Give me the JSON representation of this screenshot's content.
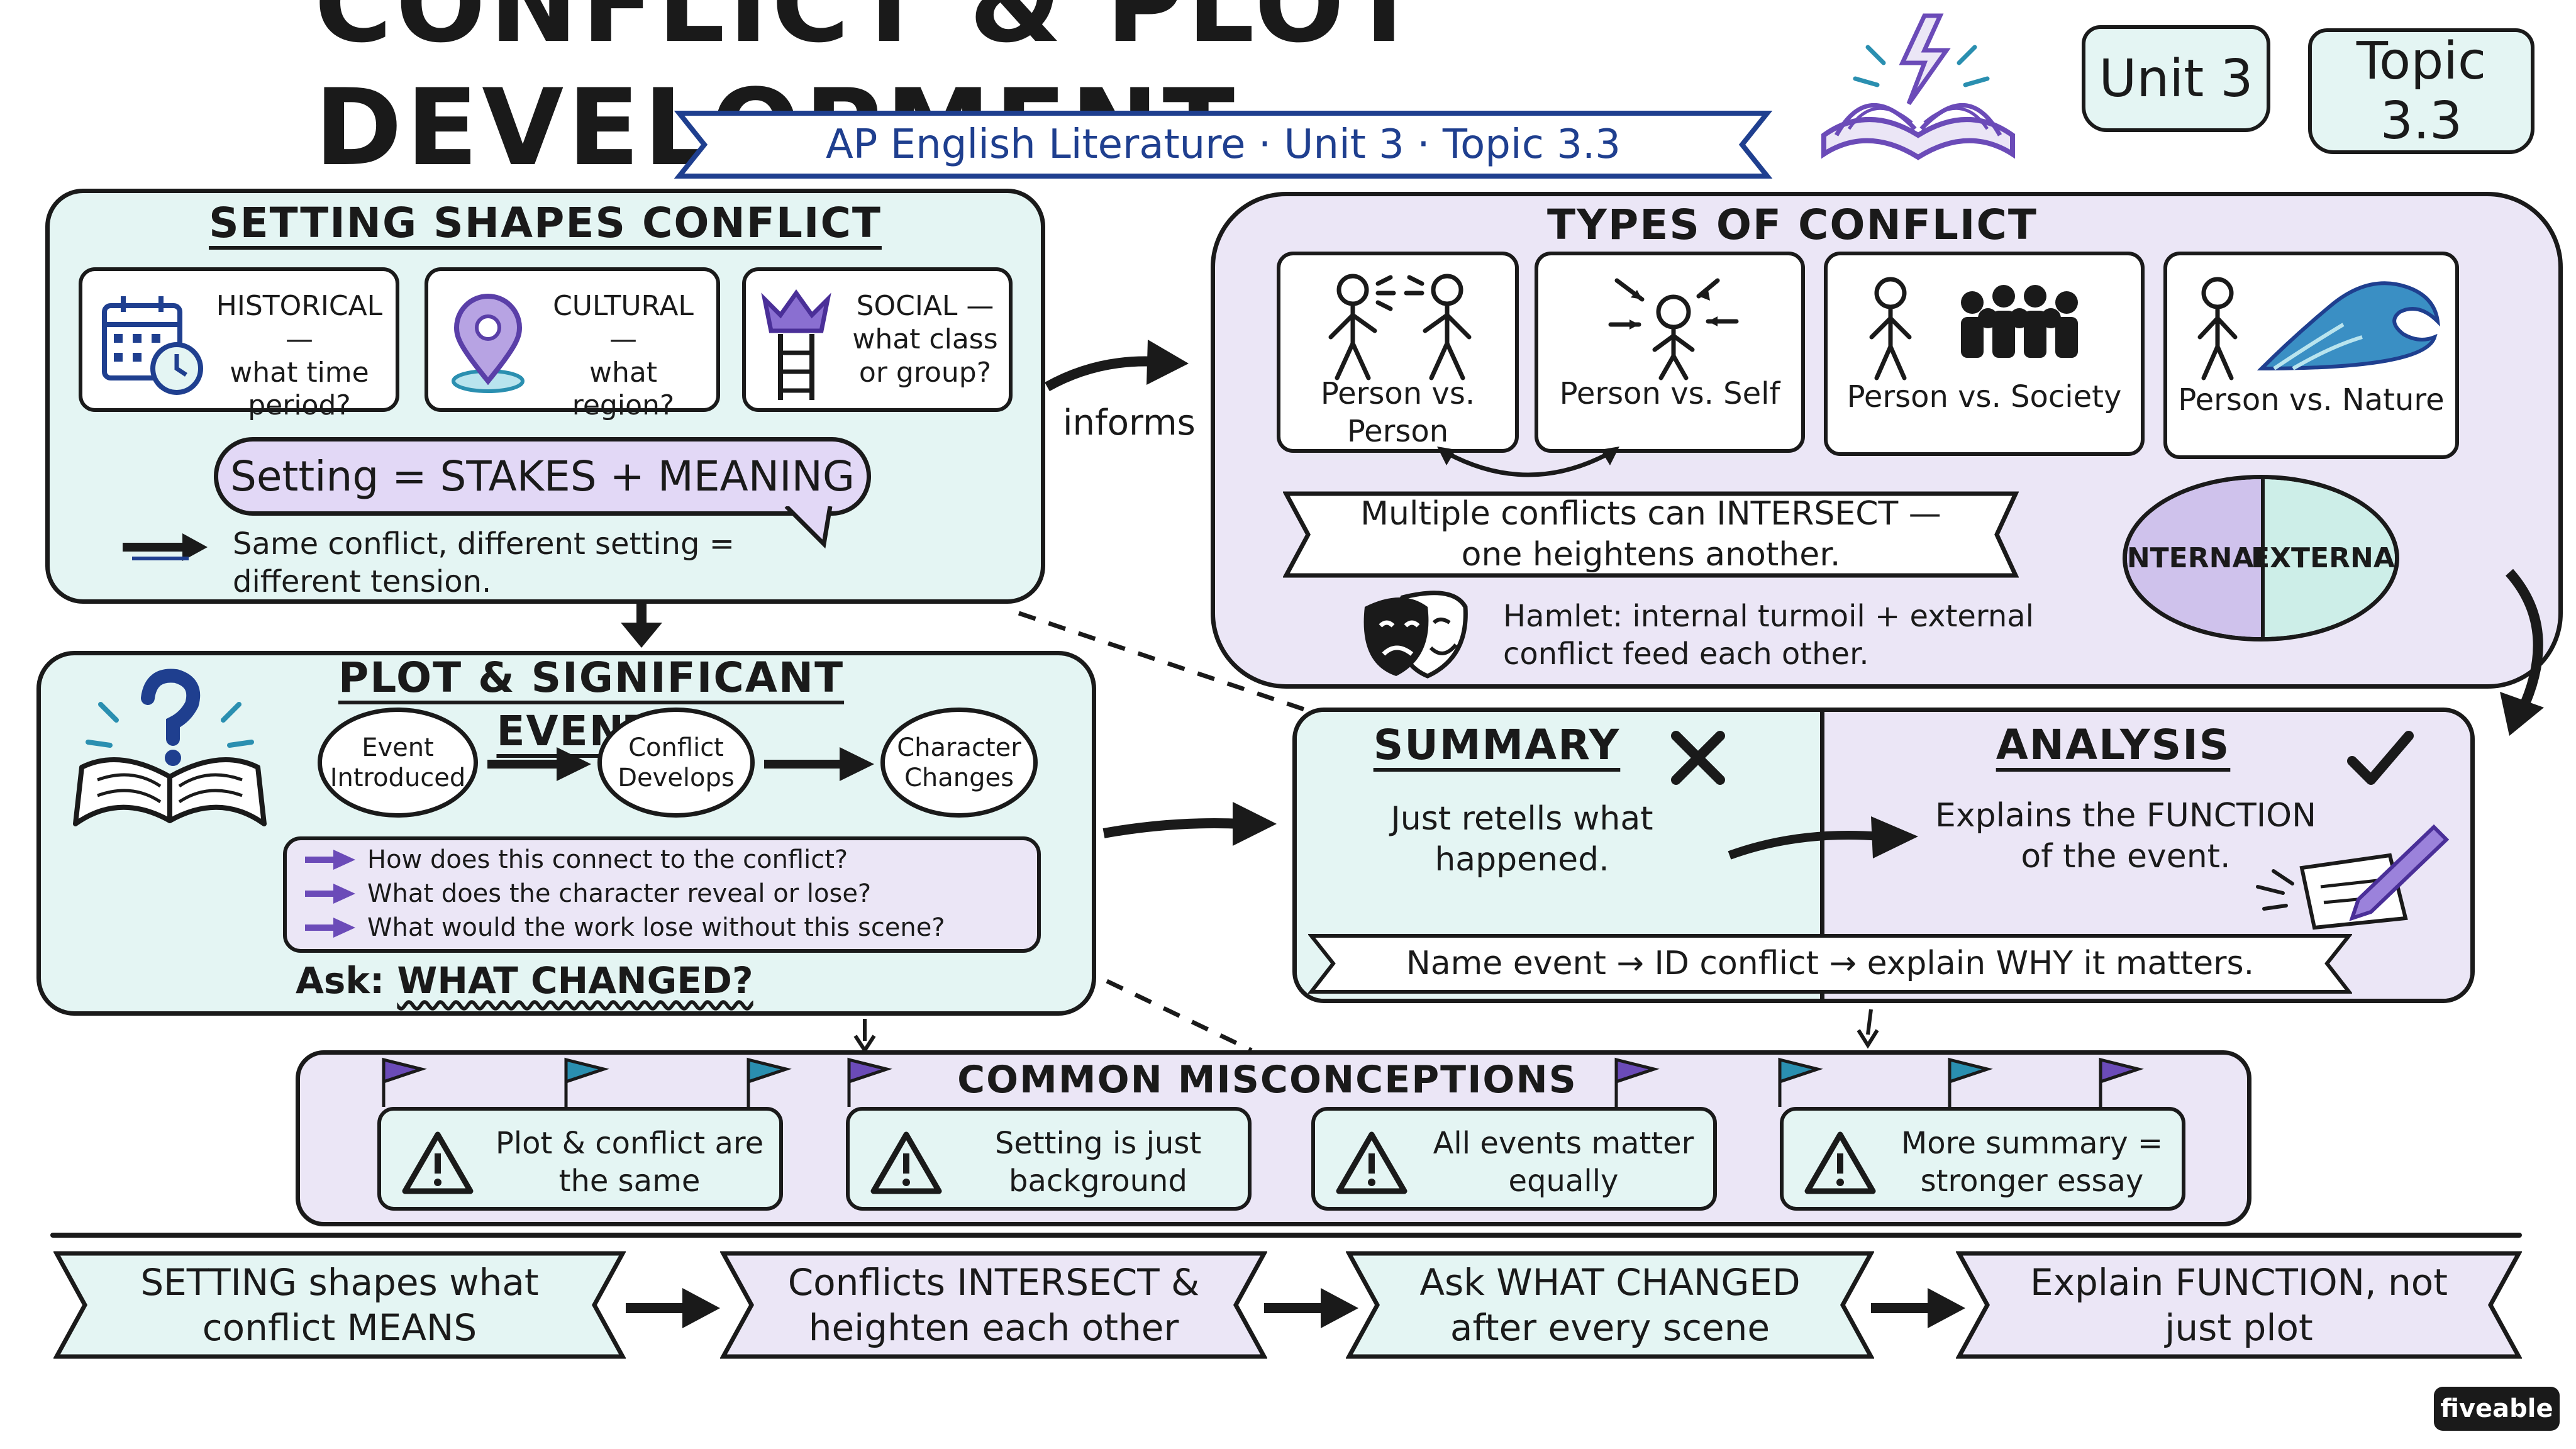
{
  "header": {
    "title": "CONFLICT & PLOT DEVELOPMENT",
    "subtitle": "AP English Literature · Unit 3 · Topic 3.3",
    "unit_tag": "Unit 3",
    "topic_tag": "Topic 3.3"
  },
  "setting": {
    "title": "SETTING SHAPES CONFLICT",
    "cards": [
      {
        "title": "HISTORICAL —",
        "body": "what time period?",
        "icon": "calendar-clock-icon"
      },
      {
        "title": "CULTURAL —",
        "body": "what region?",
        "icon": "map-pin-icon"
      },
      {
        "title": "SOCIAL —",
        "body": "what class or group?",
        "icon": "crown-ladder-icon"
      }
    ],
    "equation": "Setting = STAKES + MEANING",
    "note": "Same conflict, different setting = different tension."
  },
  "informs_label": "informs",
  "types": {
    "title": "TYPES OF CONFLICT",
    "cards": [
      {
        "label": "Person vs. Person",
        "icon": "two-people-icon"
      },
      {
        "label": "Person vs. Self",
        "icon": "self-conflict-icon"
      },
      {
        "label": "Person vs. Society",
        "icon": "crowd-icon"
      },
      {
        "label": "Person vs. Nature",
        "icon": "wave-icon"
      }
    ],
    "intersect_note": "Multiple conflicts can INTERSECT — one heightens another.",
    "hamlet_note": "Hamlet: internal turmoil + external conflict feed each other.",
    "internal_label": "INTERNAL",
    "external_label": "EXTERNAL"
  },
  "plot": {
    "title": "PLOT & SIGNIFICANT EVENTS",
    "steps": [
      "Event Introduced",
      "Conflict Develops",
      "Character Changes"
    ],
    "questions": [
      "How does this connect to the conflict?",
      "What does the character reveal or lose?",
      "What would the work lose without this scene?"
    ],
    "ask_prefix": "Ask:",
    "ask_emphasis": "WHAT CHANGED?"
  },
  "summary_analysis": {
    "summary_title": "SUMMARY",
    "summary_body": "Just retells what happened.",
    "analysis_title": "ANALYSIS",
    "analysis_body": "Explains the FUNCTION of the event.",
    "formula": "Name event → ID conflict → explain WHY it matters."
  },
  "misconceptions": {
    "title": "COMMON MISCONCEPTIONS",
    "items": [
      "Plot & conflict are the same",
      "Setting is just background",
      "All events matter equally",
      "More summary = stronger essay"
    ]
  },
  "takeaways": [
    "SETTING shapes what conflict MEANS",
    "Conflicts INTERSECT & heighten each other",
    "Ask WHAT CHANGED after every scene",
    "Explain FUNCTION, not just plot"
  ],
  "brand": "fiveable",
  "colors": {
    "mint": "#e4f5f3",
    "lavender": "#ebe6f6",
    "purple_accent": "#6b4bb8",
    "navy_accent": "#1f3f8f",
    "teal_accent": "#2a8fb0"
  }
}
